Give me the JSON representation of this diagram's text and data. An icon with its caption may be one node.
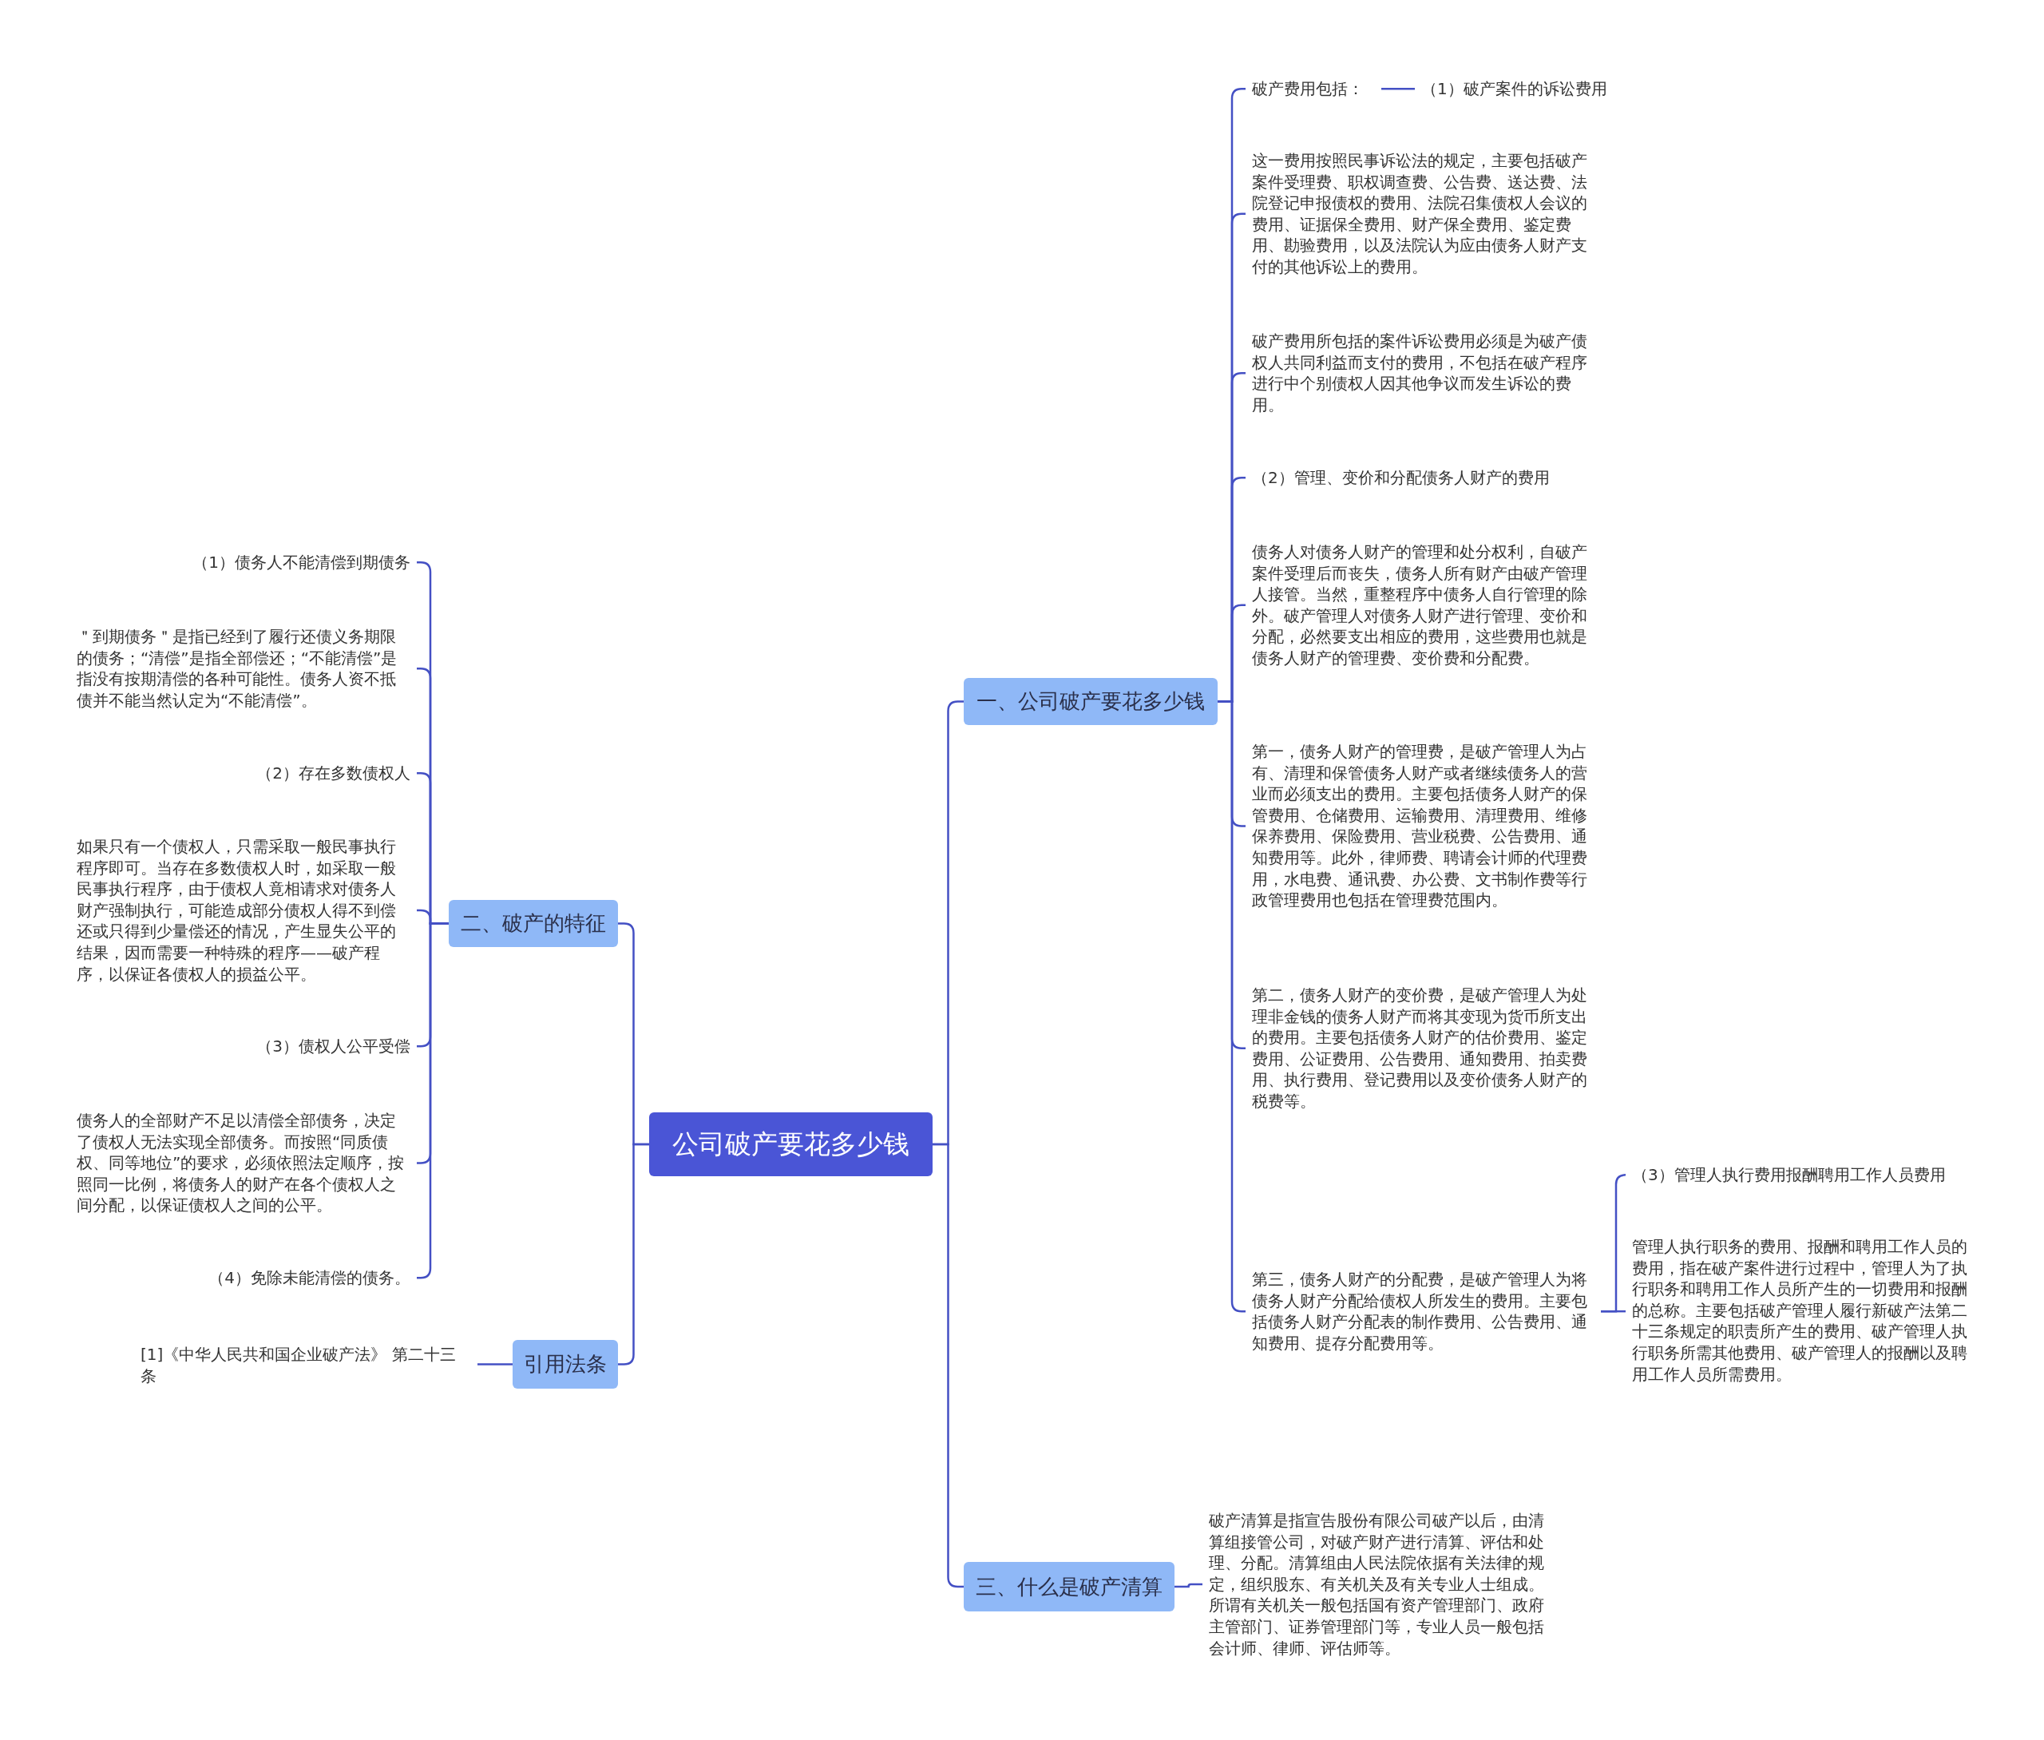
{
  "diagram": {
    "nodes": [
      {
        "text": [
          "公司破产要花多少钱"
        ]
      },
      {
        "text": [
          "一、公司破产要花多少钱"
        ]
      },
      {
        "text": [
          "破产费用包括："
        ]
      },
      {
        "text": [
          "（1）破产案件的诉讼费用"
        ]
      },
      {
        "text": [
          "这一费用按照民事诉讼法的规定，主要包括破产案件受理费、职权调查费、公告费、送达费、法院登记申报债权的费用、法院召集债权人会议的费用、证据保全费用、财产保全费用、鉴定费用、勘验费用，以及法院认为应由债务人财产支付的其他诉讼上的费用。"
        ]
      },
      {
        "text": [
          "破产费用所包括的案件诉讼费用必须是为破产债权人共同利益而支付的费用，不包括在破产程序进行中个别债权人因其他争议而发生诉讼的费用。"
        ]
      },
      {
        "text": [
          "（2）管理、变价和分配债务人财产的费用"
        ]
      },
      {
        "text": [
          "债务人对债务人财产的管理和处分权利，自破产案件受理后而丧失，债务人所有财产由破产管理人接管。当然，重整程序中债务人自行管理的除外。破产管理人对债务人财产进行管理、变价和分配，必然要支出相应的费用，这些费用也就是债务人财产的管理费、变价费和分配费。"
        ]
      },
      {
        "text": [
          "第一，债务人财产的管理费，是破产管理人为占有、清理和保管债务人财产或者继续债务人的营业而必须支出的费用。主要包括债务人财产的保管费用、仓储费用、运输费用、清理费用、维修保养费用、保险费用、营业税费、公告费用、通知费用等。此外，律师费、聘请会计师的代理费用，水电费、通讯费、办公费、文书制作费等行政管理费用也包括在管理费范围内。"
        ]
      },
      {
        "text": [
          "第二，债务人财产的变价费，是破产管理人为处理非金钱的债务人财产而将其变现为货币所支出的费用。主要包括债务人财产的估价费用、鉴定费用、公证费用、公告费用、通知费用、拍卖费用、执行费用、登记费用以及变价债务人财产的税费等。"
        ]
      },
      {
        "text": [
          "第三，债务人财产的分配费，是破产管理人为将债务人财产分配给债权人所发生的费用。主要包括债务人财产分配表的制作费用、公告费用、通知费用、提存分配费用等。"
        ]
      },
      {
        "text": [
          "（3）管理人执行费用报酬聘用工作人员费用"
        ]
      },
      {
        "text": [
          "管理人执行职务的费用、报酬和聘用工作人员的费用，指在破产案件进行过程中，管理人为了执行职务和聘用工作人员所产生的一切费用和报酬的总称。主要包括破产管理人履行新破产法第二十三条规定的职责所产生的费用、破产管理人执行职务所需其他费用、破产管理人的报酬以及聘用工作人员所需费用。"
        ]
      },
      {
        "text": [
          "三、什么是破产清算"
        ]
      },
      {
        "text": [
          "破产清算是指宣告股份有限公司破产以后，由清算组接管公司，对破产财产进行清算、评估和处理、分配。清算组由人民法院依据有关法律的规定，组织股东、有关机关及有关专业人士组成。所谓有关机关一般包括国有资产管理部门、政府主管部门、证券管理部门等，专业人员一般包括会计师、律师、评估师等。"
        ]
      },
      {
        "text": [
          "二、破产的特征"
        ]
      },
      {
        "text": [
          "（1）债务人不能清偿到期债务"
        ]
      },
      {
        "text": [
          "＂到期债务＂是指已经到了履行还债义务期限的债务；“清偿”是指全部偿还；“不能清偿”是指没有按期清偿的各种可能性。债务人资不抵债并不能当然认定为“不能清偿”。"
        ]
      },
      {
        "text": [
          "（2）存在多数债权人"
        ]
      },
      {
        "text": [
          "如果只有一个债权人，只需采取一般民事执行程序即可。当存在多数债权人时，如采取一般民事执行程序，由于债权人竟相请求对债务人财产强制执行，可能造成部分债权人得不到偿还或只得到少量偿还的情况，产生显失公平的结果，因而需要一种特殊的程序——破产程序，以保证各债权人的损益公平。"
        ]
      },
      {
        "text": [
          "（3）债权人公平受偿"
        ]
      },
      {
        "text": [
          "债务人的全部财产不足以清偿全部债务，决定了债权人无法实现全部债务。而按照“同质债权、同等地位”的要求，必须依照法定顺序，按照同一比例，将债务人的财产在各个债权人之间分配，以保证债权人之间的公平。"
        ]
      },
      {
        "text": [
          "（4）免除未能清偿的债务。"
        ]
      },
      {
        "text": [
          "引用法条"
        ]
      },
      {
        "text": [
          "[1]《中华人民共和国企业破产法》 第二十三条"
        ]
      }
    ],
    "edges": [
      {
        "from": 0,
        "to": 1,
        "arrow": "none"
      },
      {
        "from": 1,
        "to": 2,
        "arrow": "none"
      },
      {
        "from": 2,
        "to": 3,
        "arrow": "none"
      },
      {
        "from": 1,
        "to": 4,
        "arrow": "none"
      },
      {
        "from": 1,
        "to": 5,
        "arrow": "none"
      },
      {
        "from": 1,
        "to": 6,
        "arrow": "none"
      },
      {
        "from": 1,
        "to": 7,
        "arrow": "none"
      },
      {
        "from": 1,
        "to": 8,
        "arrow": "none"
      },
      {
        "from": 1,
        "to": 9,
        "arrow": "none"
      },
      {
        "from": 1,
        "to": 10,
        "arrow": "none"
      },
      {
        "from": 10,
        "to": 11,
        "arrow": "none"
      },
      {
        "from": 10,
        "to": 12,
        "arrow": "none"
      },
      {
        "from": 0,
        "to": 13,
        "arrow": "none"
      },
      {
        "from": 13,
        "to": 14,
        "arrow": "none"
      },
      {
        "from": 0,
        "to": 15,
        "arrow": "none"
      },
      {
        "from": 15,
        "to": 16,
        "arrow": "none"
      },
      {
        "from": 15,
        "to": 17,
        "arrow": "none"
      },
      {
        "from": 15,
        "to": 18,
        "arrow": "none"
      },
      {
        "from": 15,
        "to": 19,
        "arrow": "none"
      },
      {
        "from": 15,
        "to": 20,
        "arrow": "none"
      },
      {
        "from": 15,
        "to": 21,
        "arrow": "none"
      },
      {
        "from": 15,
        "to": 22,
        "arrow": "none"
      },
      {
        "from": 0,
        "to": 23,
        "arrow": "none"
      },
      {
        "from": 23,
        "to": 24,
        "arrow": "none"
      }
    ]
  }
}
